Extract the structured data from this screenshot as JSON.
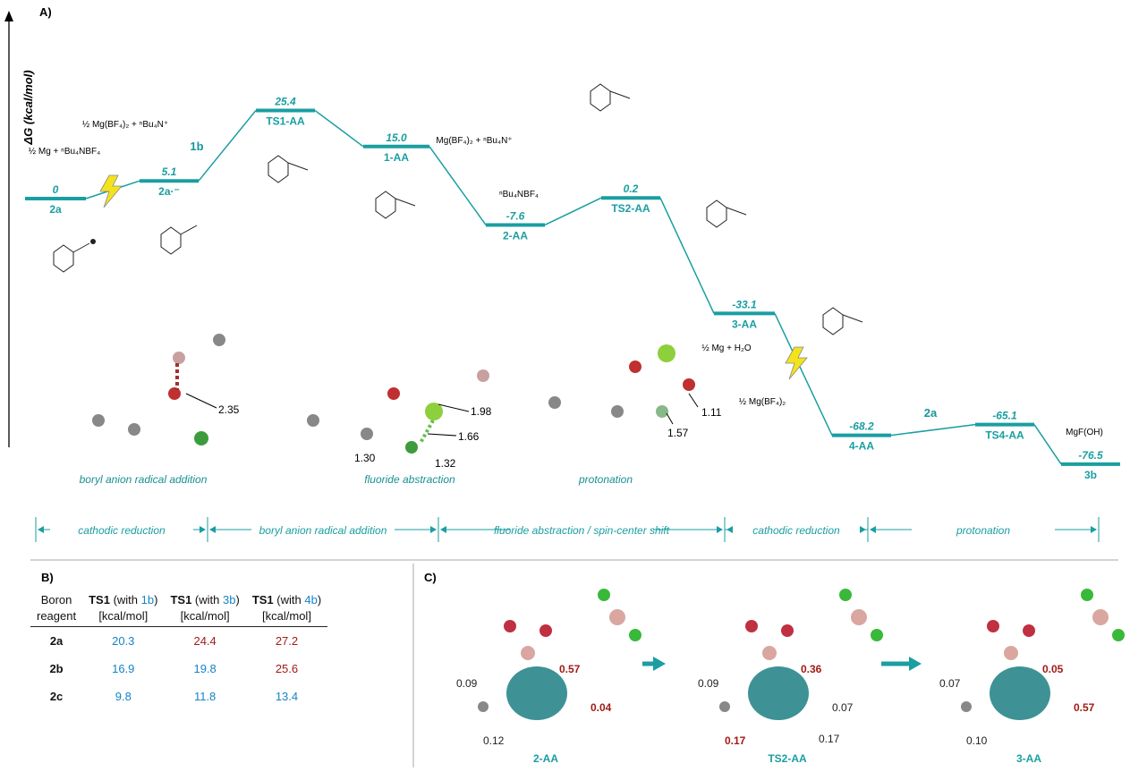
{
  "panels": {
    "a": "A)",
    "b": "B)",
    "c": "C)"
  },
  "colors": {
    "path": "#1a9ea1",
    "blue": "#1783c6",
    "red": "#a11b16"
  },
  "chart_data": {
    "type": "line",
    "ylabel": "ΔG (kcal/mol)",
    "series": [
      {
        "points": [
          {
            "species": "2a",
            "value": 0,
            "label": "0"
          },
          {
            "species": "2a·⁻",
            "value": 5.1,
            "label": "5.1"
          },
          {
            "species": "TS1-AA",
            "value": 25.4,
            "label": "25.4"
          },
          {
            "species": "1-AA",
            "value": 15.0,
            "label": "15.0"
          },
          {
            "species": "2-AA",
            "value": -7.6,
            "label": "-7.6"
          },
          {
            "species": "TS2-AA",
            "value": 0.2,
            "label": "0.2"
          },
          {
            "species": "3-AA",
            "value": -33.1,
            "label": "-33.1"
          },
          {
            "species": "4-AA",
            "value": -68.2,
            "label": "-68.2"
          },
          {
            "species": "TS4-AA",
            "value": -65.1,
            "label": "-65.1"
          },
          {
            "species": "3b",
            "value": -76.5,
            "label": "-76.5"
          }
        ]
      }
    ],
    "reagents": [
      "½ Mg + ⁿBu₄NBF₄",
      "½ Mg(BF₄)₂ + ⁿBu₄N⁺",
      "1b",
      "Mg(BF₄)₂ + ⁿBu₄N⁺",
      "ⁿBu₄NBF₄",
      "½ Mg + H₂O",
      "½ Mg(BF₄)₂",
      "2a",
      "MgF(OH)"
    ],
    "distances": [
      "2.35",
      "1.98",
      "1.66",
      "1.30",
      "1.32",
      "1.11",
      "1.57"
    ],
    "captions": [
      "boryl anion radical addition",
      "fluoride abstraction",
      "protonation"
    ],
    "stages": [
      "cathodic reduction",
      "boryl anion radical addition",
      "fluoride abstraction / spin-center shift",
      "cathodic reduction",
      "protonation"
    ]
  },
  "table": {
    "header": {
      "col0_line1": "Boron",
      "col0_line2": "reagent",
      "ts": "TS1",
      "with": "(with",
      "close": ")",
      "unit": "[kcal/mol]",
      "subs": [
        "1b",
        "3b",
        "4b"
      ]
    },
    "rows": [
      {
        "reagent": "2a",
        "values": [
          "20.3",
          "24.4",
          "27.2"
        ]
      },
      {
        "reagent": "2b",
        "values": [
          "16.9",
          "19.8",
          "25.6"
        ]
      },
      {
        "reagent": "2c",
        "values": [
          "9.8",
          "11.8",
          "13.4"
        ]
      }
    ]
  },
  "spin": {
    "structures": [
      {
        "name": "2-AA",
        "values": [
          "0.09",
          "0.57",
          "0.04",
          "0.12"
        ]
      },
      {
        "name": "TS2-AA",
        "values": [
          "0.09",
          "0.36",
          "0.07",
          "0.17",
          "0.17"
        ]
      },
      {
        "name": "3-AA",
        "values": [
          "0.07",
          "0.05",
          "0.57",
          "0.10"
        ]
      }
    ]
  }
}
